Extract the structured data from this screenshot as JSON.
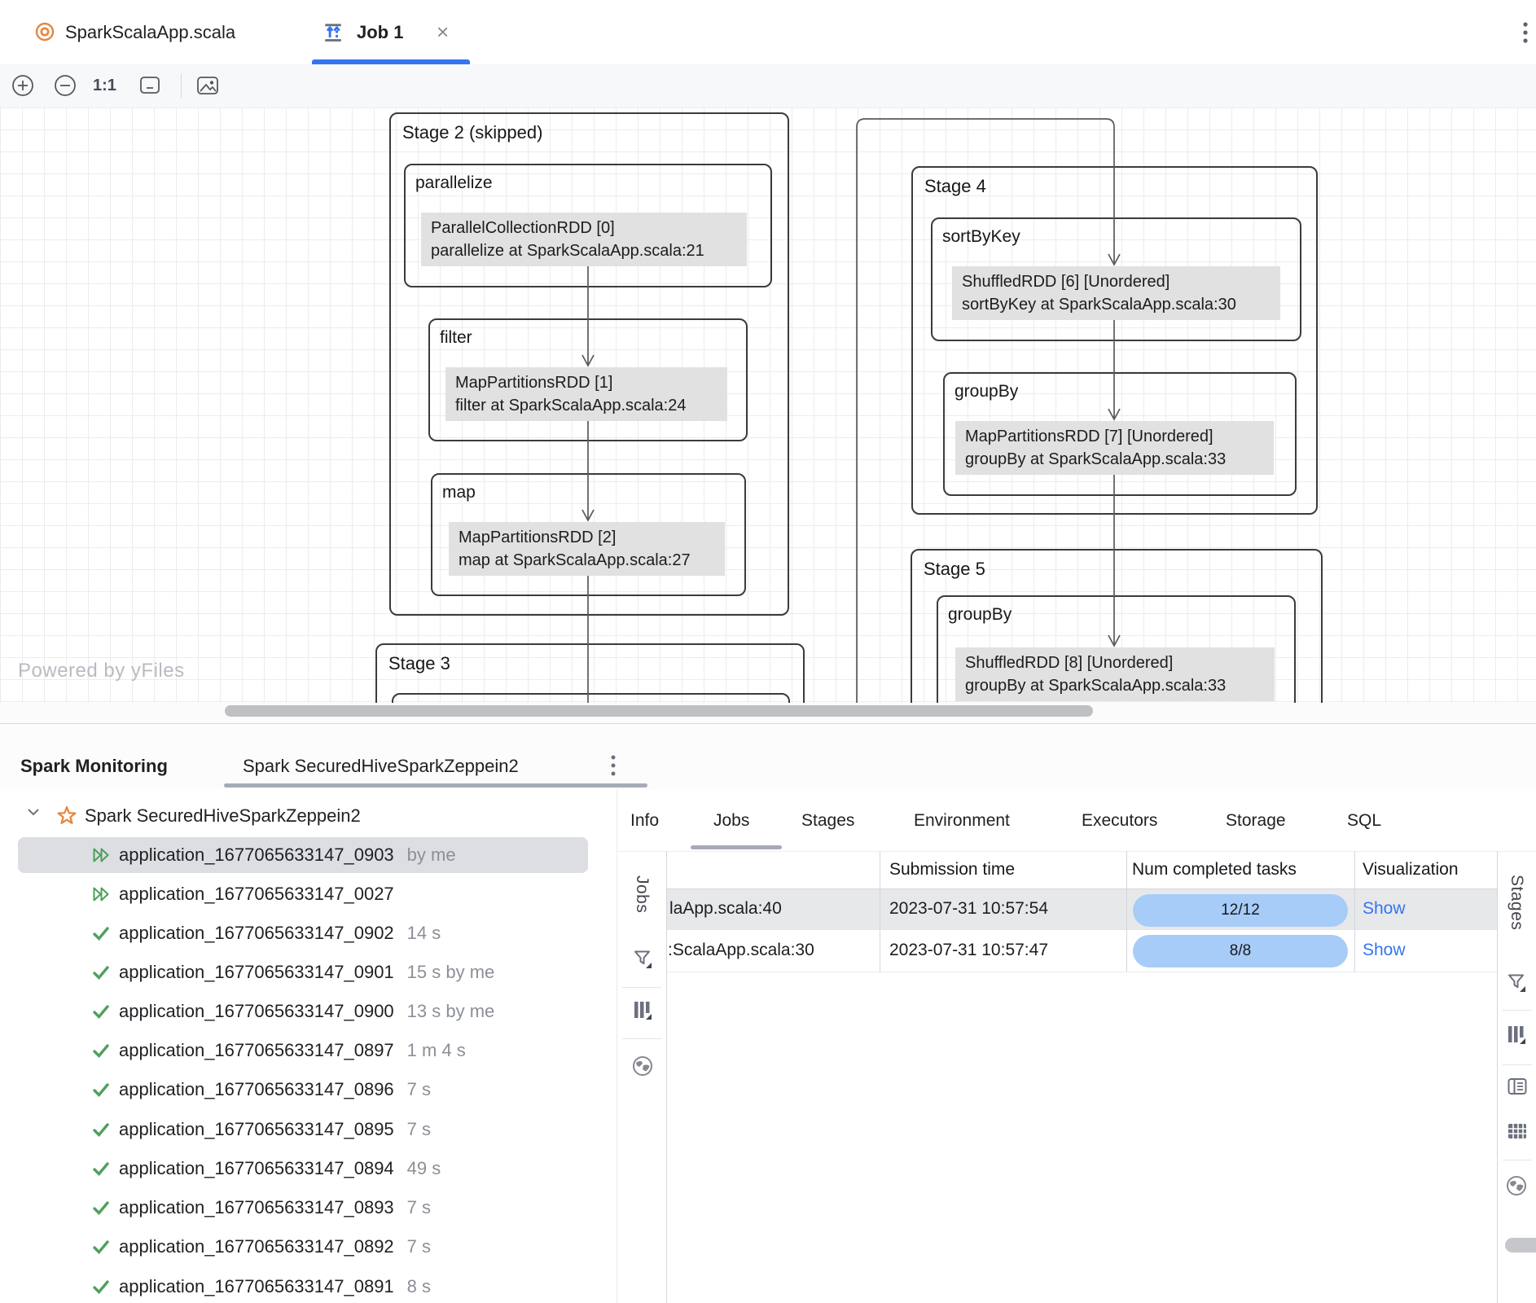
{
  "editor": {
    "tabs": [
      {
        "label": "SparkScalaApp.scala"
      },
      {
        "label": "Job 1",
        "close_label": "×"
      }
    ],
    "toolbar": {
      "zoom_level": "1:1"
    }
  },
  "diagram": {
    "watermark": "Powered by yFiles",
    "nodes": {
      "stage2": "Stage 2 (skipped)",
      "parallelize_title": "parallelize",
      "rdd0_line1": "ParallelCollectionRDD [0]",
      "rdd0_line2": "parallelize at SparkScalaApp.scala:21",
      "filter_title": "filter",
      "rdd1_line1": "MapPartitionsRDD [1]",
      "rdd1_line2": "filter at SparkScalaApp.scala:24",
      "map_title": "map",
      "rdd2_line1": "MapPartitionsRDD [2]",
      "rdd2_line2": "map at SparkScalaApp.scala:27",
      "stage3": "Stage 3",
      "stage4": "Stage 4",
      "sortbykey_title": "sortByKey",
      "rdd6_line1": "ShuffledRDD [6] [Unordered]",
      "rdd6_line2": "sortByKey at SparkScalaApp.scala:30",
      "groupby4_title": "groupBy",
      "rdd7_line1": "MapPartitionsRDD [7] [Unordered]",
      "rdd7_line2": "groupBy at SparkScalaApp.scala:33",
      "stage5": "Stage 5",
      "groupby5_title": "groupBy",
      "rdd8_line1": "ShuffledRDD [8] [Unordered]",
      "rdd8_line2": "groupBy at SparkScalaApp.scala:33"
    }
  },
  "monitoring": {
    "title": "Spark Monitoring",
    "connection_tab": "Spark SecuredHiveSparkZeppein2",
    "tree": {
      "root": "Spark SecuredHiveSparkZeppein2",
      "items": [
        {
          "id": "application_1677065633147_0903",
          "meta": "by me",
          "status": "running",
          "selected": true
        },
        {
          "id": "application_1677065633147_0027",
          "meta": "",
          "status": "running",
          "selected": false
        },
        {
          "id": "application_1677065633147_0902",
          "meta": "14 s",
          "status": "done",
          "selected": false
        },
        {
          "id": "application_1677065633147_0901",
          "meta": "15 s by me",
          "status": "done",
          "selected": false
        },
        {
          "id": "application_1677065633147_0900",
          "meta": "13 s by me",
          "status": "done",
          "selected": false
        },
        {
          "id": "application_1677065633147_0897",
          "meta": "1 m 4 s",
          "status": "done",
          "selected": false
        },
        {
          "id": "application_1677065633147_0896",
          "meta": "7 s",
          "status": "done",
          "selected": false
        },
        {
          "id": "application_1677065633147_0895",
          "meta": "7 s",
          "status": "done",
          "selected": false
        },
        {
          "id": "application_1677065633147_0894",
          "meta": "49 s",
          "status": "done",
          "selected": false
        },
        {
          "id": "application_1677065633147_0893",
          "meta": "7 s",
          "status": "done",
          "selected": false
        },
        {
          "id": "application_1677065633147_0892",
          "meta": "7 s",
          "status": "done",
          "selected": false
        },
        {
          "id": "application_1677065633147_0891",
          "meta": "8 s",
          "status": "done",
          "selected": false
        }
      ]
    },
    "detail": {
      "tabs": [
        "Info",
        "Jobs",
        "Stages",
        "Environment",
        "Executors",
        "Storage",
        "SQL"
      ],
      "active_tab": "Jobs",
      "side_left_label": "Jobs",
      "side_right_label": "Stages",
      "table": {
        "columns": [
          "",
          "Submission time",
          "Num completed tasks",
          "Visualization"
        ],
        "rows": [
          {
            "desc": "laApp.scala:40",
            "time": "2023-07-31 10:57:54",
            "tasks": "12/12",
            "viz": "Show",
            "selected": true
          },
          {
            "desc": ":ScalaApp.scala:30",
            "time": "2023-07-31 10:57:47",
            "tasks": "8/8",
            "viz": "Show",
            "selected": false
          }
        ]
      }
    }
  },
  "colors": {
    "accent_blue": "#3574F0",
    "link_blue": "#3574F0",
    "pill_blue": "#A7CCF8",
    "selected_row_gray": "#E7E8EA",
    "tree_selection_gray": "#DCDEE2",
    "tab_underline_gray": "#A6ABB6",
    "success_green": "#4FA05C",
    "running_green": "#4DA05A",
    "spark_orange": "#E8833A",
    "icon_gray": "#6C707E"
  }
}
